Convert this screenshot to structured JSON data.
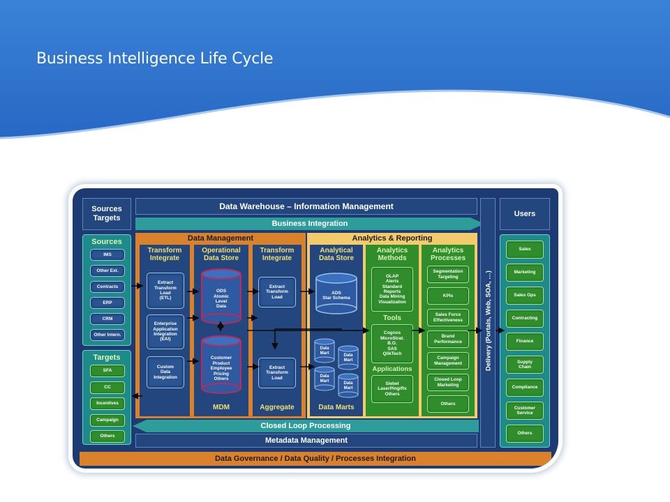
{
  "slide": {
    "title": "Business Intelligence Life Cycle",
    "colors": {
      "header_blue": "#2f76d1",
      "frame_navy": "#1d3a72",
      "accent_orange": "#d9822b",
      "panel_green": "#2f8d2c",
      "panel_yellow": "#f4cb6a"
    }
  },
  "diagram": {
    "top_bar": "Data Warehouse – Information Management",
    "business_integration": "Business Integration",
    "closed_loop": "Closed Loop Processing",
    "metadata": "Metadata Management",
    "governance": "Data Governance / Data Quality / Processes Integration",
    "delivery": "Delivery (Portals, Web, SOA, …)",
    "sources_targets_header": "Sources\nTargets",
    "sources": {
      "title": "Sources",
      "items": [
        "IMS",
        "Other Ext.",
        "Contracts",
        "ERP",
        "CRM",
        "Other Intern."
      ]
    },
    "targets": {
      "title": "Targets",
      "items": [
        "SFA",
        "CC",
        "Incentives",
        "Campaign",
        "Others"
      ]
    },
    "users": {
      "title": "Users",
      "items": [
        "Sales",
        "Marketing",
        "Sales Ops",
        "Contracting",
        "Finance",
        "Supply\nChain",
        "Compliance",
        "Customer\nService",
        "Others"
      ]
    },
    "data_management": {
      "title": "Data Management",
      "transform1": {
        "title": "Transform\nIntegrate",
        "boxes": [
          "Extract\nTransform\nLoad\n(ETL)",
          "Enterprise\nApplication\nIntegration\n(EAI)",
          "Custom\nData\nIntegration"
        ]
      },
      "ods": {
        "title": "Operational\nData Store",
        "cyl1": "ODS\nAtomic\nLevel\nData",
        "cyl2": "Customer\nProduct\nEmployee\nPricing\nOthers",
        "footer": "MDM"
      },
      "transform2": {
        "title": "Transform\nIntegrate",
        "boxes": [
          "Extract\nTransform\nLoad",
          "Extract\nTransform\nLoad"
        ],
        "footer": "Aggregate"
      }
    },
    "analytics": {
      "title": "Analytics & Reporting",
      "store": {
        "title": "Analytical\nData Store",
        "cyl": "ADS\nStar Schema",
        "marts": [
          "Data\nMart",
          "Data\nMart",
          "Data\nMart",
          "Data\nMart"
        ],
        "footer": "Data Marts"
      },
      "methods": {
        "title": "Analytics\nMethods",
        "box1": "OLAP\nAlerts\nStandard\nReports\nData Mining\nVisualization",
        "tools_title": "Tools",
        "box2": "Cognos\nMicroStrat.\nB.O.\nSAS\nQlikTech",
        "apps_title": "Applications",
        "box3": "Siebel\nLaserPing/Rx\nOthers"
      },
      "processes": {
        "title": "Analytics\nProcesses",
        "items": [
          "Segmentation\nTargeting",
          "KPIs",
          "Sales Force\nEffectiveness",
          "Brand\nPerformance",
          "Campaign\nManagement",
          "Closed Loop\nMarketing",
          "Others"
        ]
      }
    }
  }
}
